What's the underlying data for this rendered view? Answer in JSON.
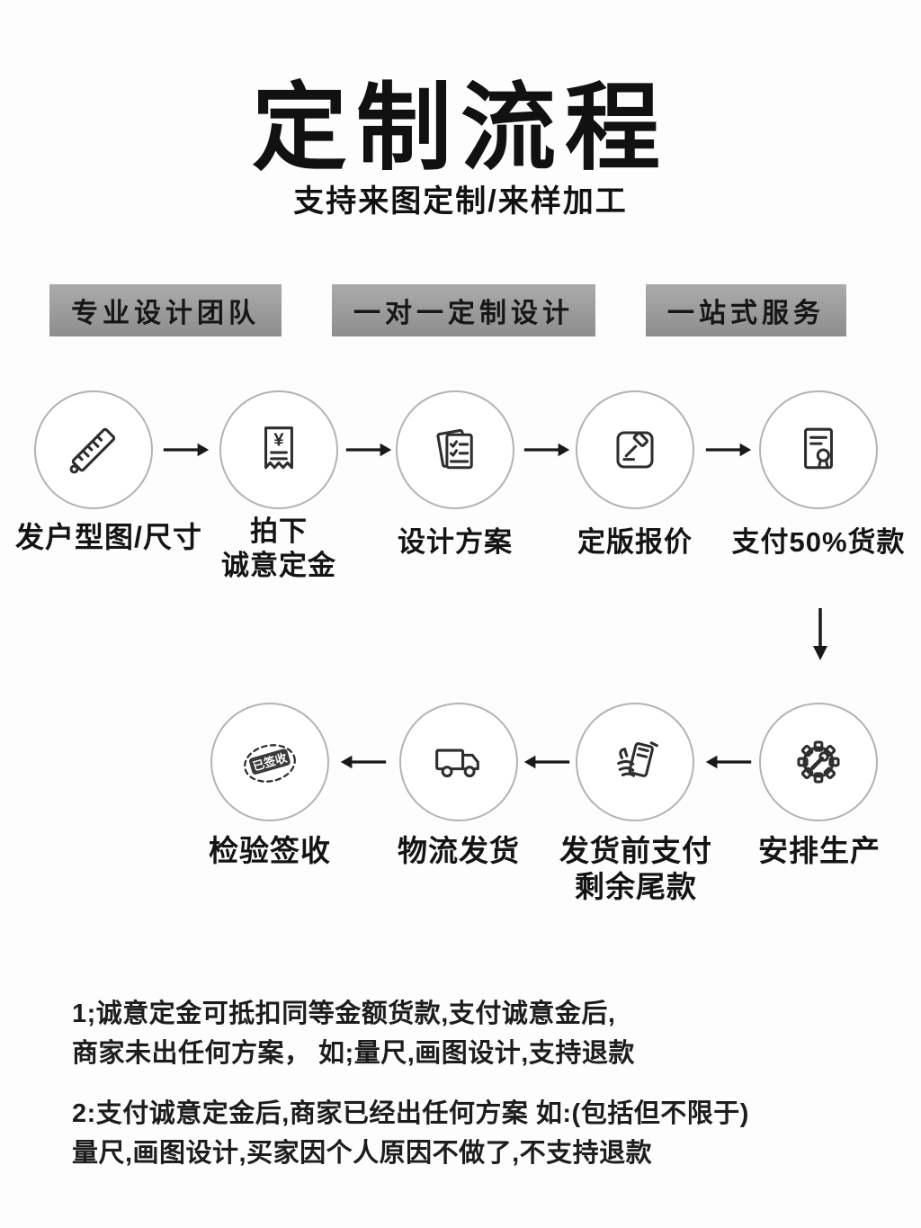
{
  "page": {
    "title": "定制流程",
    "subtitle": "支持来图定制/来样加工"
  },
  "badges": [
    {
      "label": "专业设计团队"
    },
    {
      "label": "一对一定制设计"
    },
    {
      "label": "一站式服务"
    }
  ],
  "flow_row1": {
    "steps": [
      {
        "icon": "ruler-icon",
        "label": "发户型图/尺寸"
      },
      {
        "icon": "deposit-receipt-icon",
        "label": "拍下\n诚意定金",
        "symbol": "¥"
      },
      {
        "icon": "design-doc-icon",
        "label": "设计方案"
      },
      {
        "icon": "finalize-quote-icon",
        "label": "定版报价"
      },
      {
        "icon": "pay-deposit-doc-icon",
        "label": "支付50%货款"
      }
    ]
  },
  "flow_row2": {
    "steps": [
      {
        "icon": "signed-stamp-icon",
        "label": "检验签收",
        "stamp_text": "已签收"
      },
      {
        "icon": "truck-icon",
        "label": "物流发货"
      },
      {
        "icon": "pay-balance-icon",
        "label": "发货前支付\n剩余尾款"
      },
      {
        "icon": "gear-production-icon",
        "label": "安排生产"
      }
    ]
  },
  "notes": [
    {
      "text": "1;诚意定金可抵扣同等金额货款,支付诚意金后,\n商家未出任何方案， 如;量尺,画图设计,支持退款"
    },
    {
      "text": "2:支付诚意定金后,商家已经出任何方案 如:(包括但不限于)\n量尺,画图设计,买家因个人原因不做了,不支持退款"
    }
  ],
  "colors": {
    "badge_gray": "#9a9a9a",
    "ink": "#1c1c1c",
    "circle_border": "#b3b3b3"
  }
}
